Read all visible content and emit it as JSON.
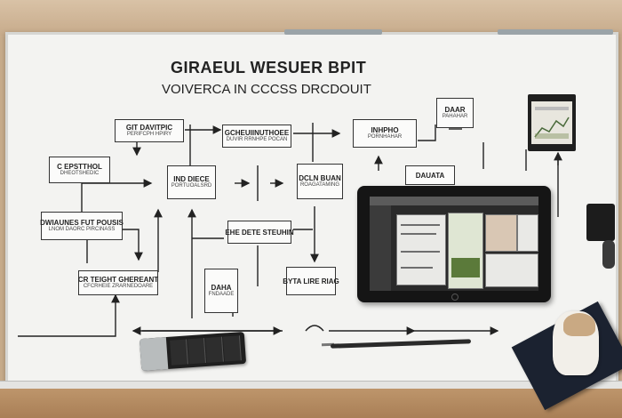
{
  "board": {
    "title": "GIRAEUL WESUER BPIT",
    "subtitle": "VOIVERCA IN CCCSS DRCDOUIT"
  },
  "boxes": [
    {
      "id": "b1",
      "title": "GIT DAVITPIC",
      "sub": "PERIFCPH HPIRY"
    },
    {
      "id": "b2",
      "title": "GCHEUIINUTHOEE",
      "sub": "DUVIR RRNHPE POCAN"
    },
    {
      "id": "b3",
      "title": "INHPHO",
      "sub": "PORNHAHAR"
    },
    {
      "id": "b4",
      "title": "DAAR",
      "sub": "PAHAHAR"
    },
    {
      "id": "b5",
      "title": "C EPSTTHOL",
      "sub": "DHEOTSHEDIC"
    },
    {
      "id": "b6",
      "title": "IND DIECE",
      "sub": "PORTUOALSRD"
    },
    {
      "id": "b7",
      "title": "DCLN BUAN",
      "sub": "ROAGATAMING"
    },
    {
      "id": "b8",
      "title": "DAUATA",
      "sub": ""
    },
    {
      "id": "b9",
      "title": "DWIAUNES FUT POUSIS",
      "sub": "LNOM DAORC PIRCINASS"
    },
    {
      "id": "b10",
      "title": "EHE DETE STEUHIN",
      "sub": ""
    },
    {
      "id": "b11",
      "title": "CR TEIGHT GHEREANT",
      "sub": "CFCRHEIE ZRARNEDOARE"
    },
    {
      "id": "b12",
      "title": "DAHA",
      "sub": "FNDAADE"
    },
    {
      "id": "b13",
      "title": "BYTA LIRE RIAG",
      "sub": ""
    }
  ],
  "icons": [
    "tablet",
    "monitor",
    "usb-drive",
    "pen",
    "phone",
    "notebook",
    "figurine"
  ],
  "colors": {
    "board": "#f3f3f1",
    "ink": "#222222",
    "tablet": "#151515",
    "table": "#c29a70"
  }
}
